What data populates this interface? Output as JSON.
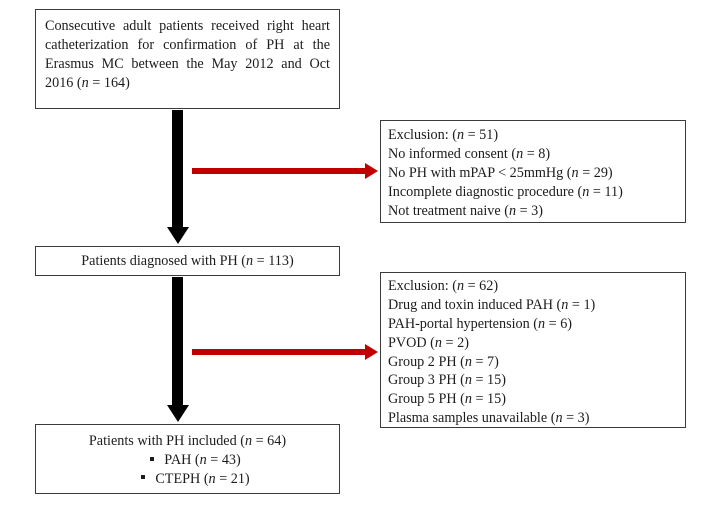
{
  "figure": {
    "type": "patient-flow-diagram",
    "colors": {
      "arrow_black": "#000000",
      "arrow_red": "#c00000",
      "box_border": "#3b3b3b",
      "text": "#1c1c1c",
      "background": "#ffffff"
    }
  },
  "boxes": {
    "source": {
      "text": "Consecutive adult patients received  right heart catheterization for confirmation of PH at the Erasmus MC between the May 2012 and Oct 2016 (n = 164)"
    },
    "diagnosed": {
      "text": "Patients diagnosed with PH (n = 113)"
    },
    "included": {
      "title": "Patients with PH included (n = 64)",
      "items": [
        "PAH (n = 43)",
        "CTEPH (n = 21)"
      ]
    },
    "exclusion_1": {
      "items": [
        "Exclusion: (n = 51)",
        "No informed consent (n = 8)",
        "No PH with mPAP < 25mmHg (n = 29)",
        "Incomplete diagnostic procedure (n = 11)",
        "Not treatment naive (n = 3)"
      ]
    },
    "exclusion_2": {
      "items": [
        "Exclusion: (n = 62)",
        "Drug and toxin induced PAH (n = 1)",
        "PAH-portal hypertension (n = 6)",
        "PVOD (n = 2)",
        "Group 2 PH (n = 7)",
        "Group 3 PH (n = 15)",
        "Group 5 PH (n = 15)",
        "Plasma samples unavailable (n = 3)"
      ]
    }
  },
  "arrows": {
    "down_1": "down-arrow-source-to-diagnosed",
    "down_2": "down-arrow-diagnosed-to-included",
    "right_1": "red-arrow-to-exclusion-1",
    "right_2": "red-arrow-to-exclusion-2"
  }
}
